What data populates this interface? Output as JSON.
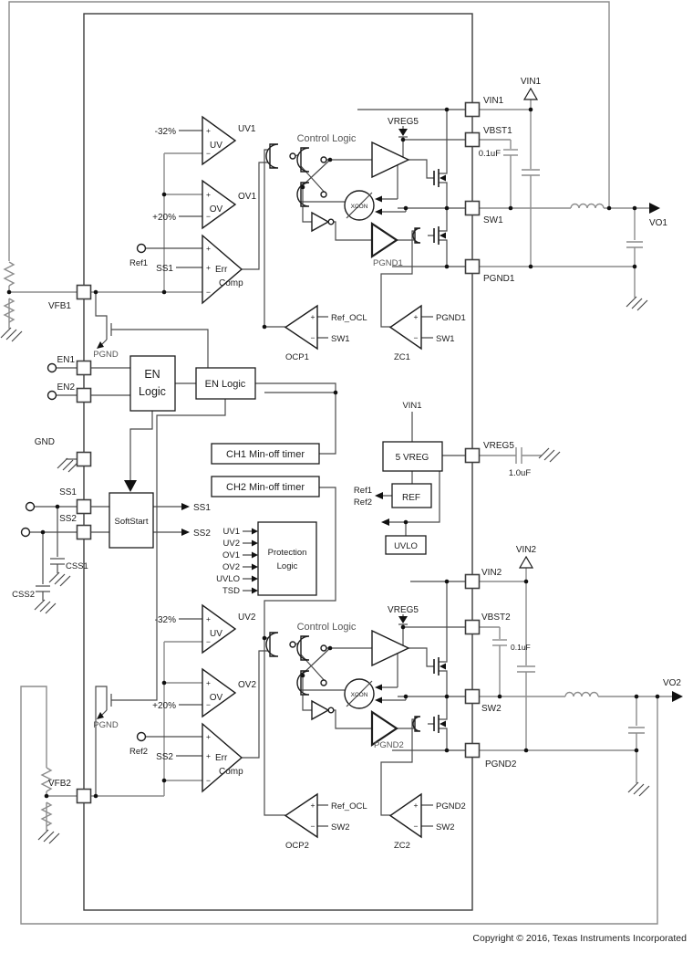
{
  "signs": {
    "plus": "+",
    "minus": "−"
  },
  "footer": {
    "copyright": "Copyright © 2016, Texas Instruments Incorporated"
  },
  "ch1": {
    "uv": {
      "threshold": "-32%",
      "label": "UV",
      "out": "UV1"
    },
    "ov": {
      "threshold": "+20%",
      "label": "OV",
      "out": "OV1"
    },
    "err": {
      "ref": "Ref1",
      "ss": "SS1",
      "line1": "Err",
      "line2": "Comp"
    },
    "control_logic": "Control Logic",
    "xcon": "XCON",
    "vreg5": "VREG5",
    "driver_gnd": "PGND1",
    "ocp": {
      "name": "OCP1",
      "inp": "Ref_OCL",
      "inm": "SW1"
    },
    "zc": {
      "name": "ZC1",
      "inp": "PGND1",
      "inm": "SW1"
    },
    "pins": {
      "vin": "VIN1",
      "vbst": "VBST1",
      "sw": "SW1",
      "pgnd": "PGND1"
    },
    "supply": "VIN1",
    "cbst": "0.1uF",
    "vo": "VO1"
  },
  "ch2": {
    "uv": {
      "threshold": "-32%",
      "label": "UV",
      "out": "UV2"
    },
    "ov": {
      "threshold": "+20%",
      "label": "OV",
      "out": "OV2"
    },
    "err": {
      "ref": "Ref2",
      "ss": "SS2",
      "line1": "Err",
      "line2": "Comp"
    },
    "control_logic": "Control Logic",
    "xcon": "XCON",
    "vreg5": "VREG5",
    "driver_gnd": "PGND2",
    "ocp": {
      "name": "OCP2",
      "inp": "Ref_OCL",
      "inm": "SW2"
    },
    "zc": {
      "name": "ZC2",
      "inp": "PGND2",
      "inm": "SW2"
    },
    "pins": {
      "vin": "VIN2",
      "vbst": "VBST2",
      "sw": "SW2",
      "pgnd": "PGND2"
    },
    "supply": "VIN2",
    "cbst": "0.1uF",
    "vo": "VO2"
  },
  "left": {
    "vfb1": "VFB1",
    "fet1_gnd": "PGND",
    "en1": "EN1",
    "en2": "EN2",
    "gnd": "GND",
    "ss1": "SS1",
    "ss2": "SS2",
    "css1": "CSS1",
    "css2": "CSS2",
    "vfb2": "VFB2",
    "fet2_gnd": "PGND"
  },
  "center": {
    "en_line1": "EN",
    "en_line2": "Logic",
    "en_logic": "EN Logic",
    "timer1": "CH1 Min-off timer",
    "timer2": "CH2 Min-off timer",
    "softstart": "SoftStart",
    "ss1_out": "SS1",
    "ss2_out": "SS2",
    "prot_line1": "Protection",
    "prot_line2": "Logic",
    "prot_in": [
      "UV1",
      "UV2",
      "OV1",
      "OV2",
      "UVLO",
      "TSD"
    ],
    "vreg_vin": "VIN1",
    "vreg": "5 VREG",
    "vreg_pin": "VREG5",
    "vreg_cap": "1.0uF",
    "ref": "REF",
    "ref1": "Ref1",
    "ref2": "Ref2",
    "uvlo": "UVLO"
  }
}
